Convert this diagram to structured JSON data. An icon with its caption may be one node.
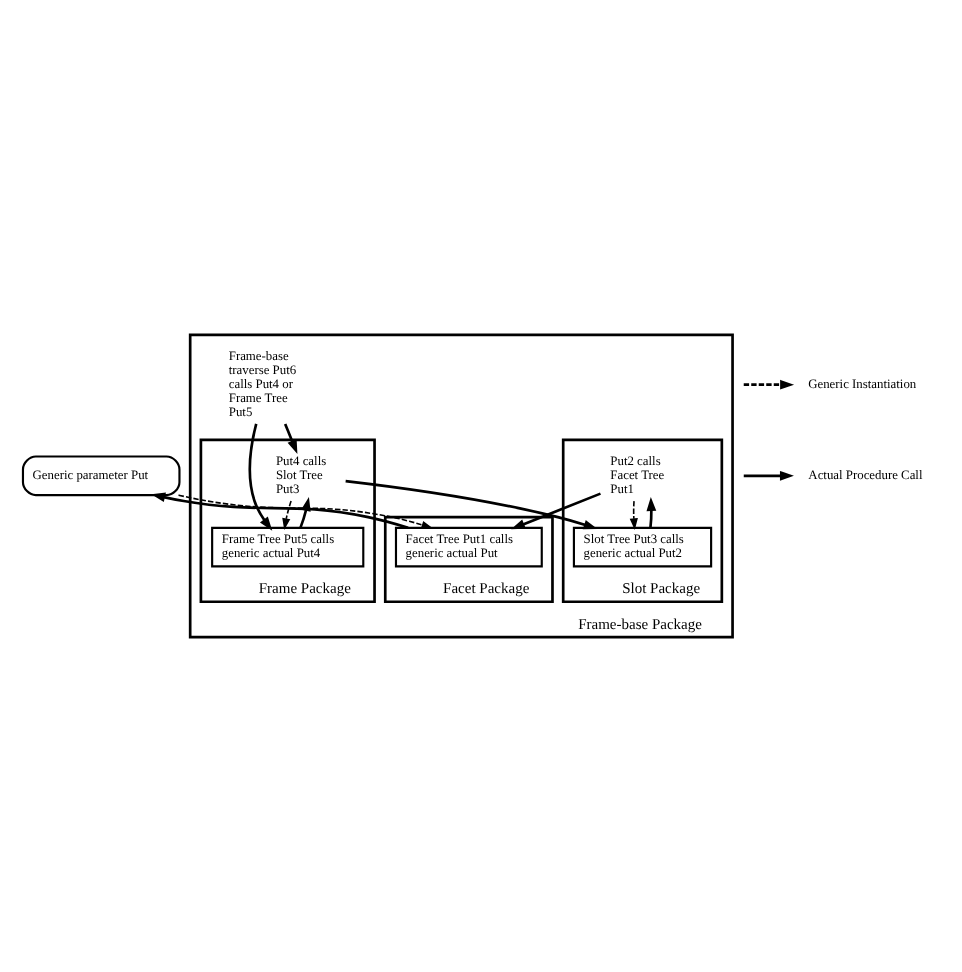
{
  "diagram": {
    "nodes": [
      {
        "text": [
          "Generic parameter Put"
        ]
      },
      {
        "text": [
          "Frame-base Package"
        ]
      },
      {
        "text": [
          "Facet Package"
        ],
        "in": 1
      },
      {
        "text": [
          "Facet Tree Put1 calls generic actual Put"
        ],
        "in": 2
      },
      {
        "text": [
          "Slot Package"
        ],
        "in": 1
      },
      {
        "text": [
          "Put2 calls Facet Tree Put1"
        ],
        "in": 4
      },
      {
        "text": [
          "Slot Tree Put3 calls generic actual Put2"
        ],
        "in": 4
      },
      {
        "text": [
          "Frame Package"
        ],
        "in": 1
      },
      {
        "text": [
          "Put4 calls Slot Tree Put3"
        ],
        "in": 7
      },
      {
        "text": [
          "Frame Tree Put5 calls generic actual Put4"
        ],
        "in": 7
      },
      {
        "text": [
          "Frame-base traverse Put6 calls Put4 or Frame Tree Put5"
        ],
        "in": 1
      }
    ],
    "edges": [
      {
        "from": 0,
        "to": 3,
        "arrow": "to",
        "style": "dashed"
      },
      {
        "from": 3,
        "to": 0,
        "arrow": "to"
      },
      {
        "from": 5,
        "to": 3,
        "arrow": "to"
      },
      {
        "from": 5,
        "to": 6,
        "arrow": "to",
        "style": "dashed"
      },
      {
        "from": 6,
        "to": 5,
        "arrow": "to"
      },
      {
        "from": 8,
        "to": 6,
        "arrow": "to"
      },
      {
        "from": 8,
        "to": 9,
        "arrow": "to",
        "style": "dashed"
      },
      {
        "from": 9,
        "to": 8,
        "arrow": "to"
      },
      {
        "from": 10,
        "to": 8,
        "arrow": "to"
      },
      {
        "from": 10,
        "to": 9,
        "arrow": "to"
      }
    ],
    "legend": [
      {
        "text": "Generic Instantiation"
      },
      {
        "text": "Actual Procedure Call"
      }
    ]
  }
}
